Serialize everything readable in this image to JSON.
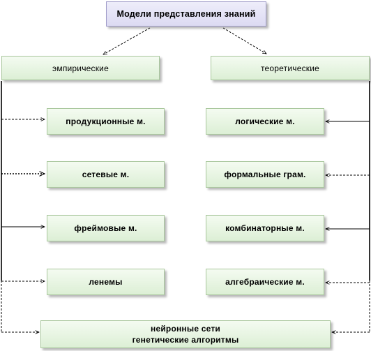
{
  "title": "Модели  представления  знаний",
  "left": {
    "header": "эмпирические",
    "items": [
      "продукционные   м.",
      "сетевые  м.",
      "фреймовые  м.",
      "ленемы"
    ]
  },
  "right": {
    "header": "теоретические",
    "items": [
      "логические   м.",
      "формальные  грам.",
      "комбинаторные   м.",
      "алгебраические  м."
    ]
  },
  "bottom": {
    "line1": "нейронные сети",
    "line2": "генетические  алгоритмы"
  }
}
